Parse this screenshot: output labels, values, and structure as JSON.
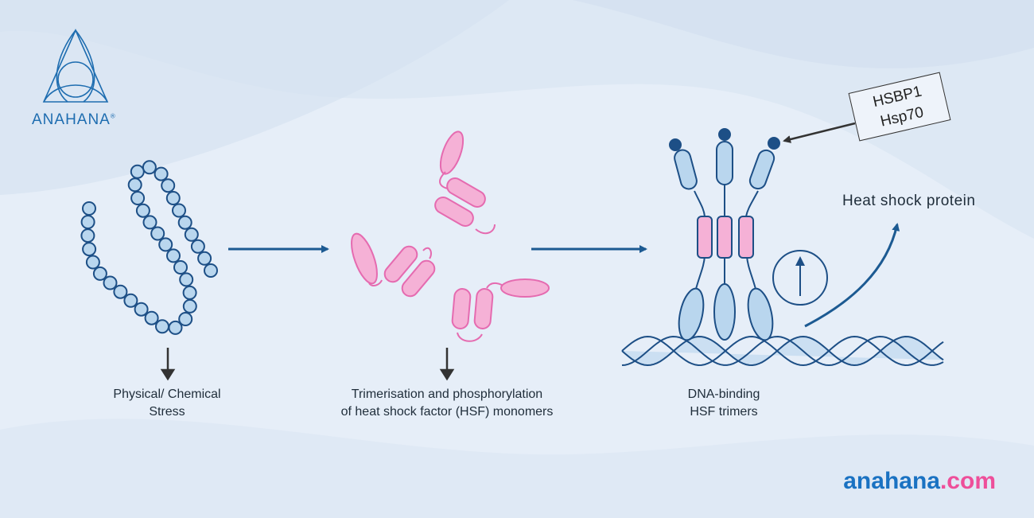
{
  "brand": {
    "name": "ANAHANA",
    "registered": "®"
  },
  "steps": [
    {
      "line1": "Physical/ Chemical",
      "line2": "Stress"
    },
    {
      "line1": "Trimerisation and phosphorylation",
      "line2": "of heat shock factor (HSF) monomers"
    },
    {
      "line1": "DNA-binding",
      "line2": "HSF trimers"
    }
  ],
  "inhibitors": {
    "line1": "HSBP1",
    "line2": "Hsp70"
  },
  "output_label": "Heat shock protein",
  "footer": {
    "name": "anahana",
    "tld": ".com"
  },
  "colors": {
    "protein_blue": "#b9d6ee",
    "outline_navy": "#1d4f86",
    "hsf_pink": "#f5b1d6",
    "pink_stroke": "#e56bb0",
    "arrow_navy": "#1c5a92",
    "background": "#e6eef8"
  },
  "icons": [
    "anahana-logo-icon",
    "up-arrow-circle-icon"
  ]
}
